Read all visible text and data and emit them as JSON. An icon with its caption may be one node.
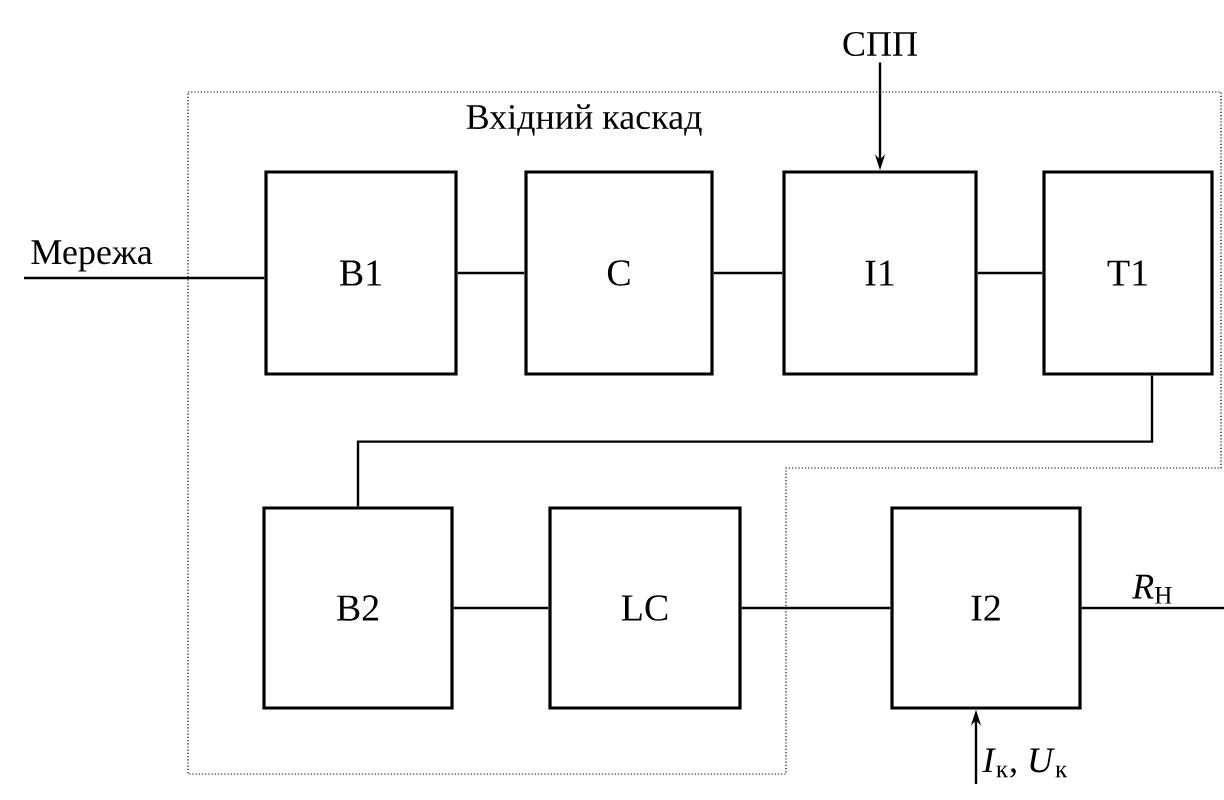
{
  "diagram": {
    "nodes": [
      {
        "text": [
          "СПП"
        ]
      },
      {
        "text": [
          "Вхідний каскад"
        ]
      },
      {
        "text": [
          "Мережа"
        ]
      },
      {
        "text": [
          "B1"
        ],
        "in": 1
      },
      {
        "text": [
          "C"
        ],
        "in": 1
      },
      {
        "text": [
          "I1"
        ],
        "in": 1
      },
      {
        "text": [
          "T1"
        ],
        "in": 1
      },
      {
        "text": [
          "B2"
        ],
        "in": 1
      },
      {
        "text": [
          "LC"
        ],
        "in": 1
      },
      {
        "text": [
          "I2"
        ]
      },
      {
        "text": [
          "*I*$_{к}$, *U*$_{к}$"
        ]
      }
    ],
    "edges": [
      {
        "from": 2,
        "to": 3,
        "arrow": "none"
      },
      {
        "from": 3,
        "to": 4,
        "arrow": "none"
      },
      {
        "from": 4,
        "to": 5,
        "arrow": "none"
      },
      {
        "from": 5,
        "to": 6,
        "arrow": "none"
      },
      {
        "from": 0,
        "to": 5,
        "arrow": "to"
      },
      {
        "from": 6,
        "to": 7,
        "arrow": "none"
      },
      {
        "from": 7,
        "to": 8,
        "arrow": "none"
      },
      {
        "from": 8,
        "to": 9,
        "arrow": "none"
      },
      {
        "from": 10,
        "to": 9,
        "arrow": "to"
      },
      {
        "from": 9,
        "to": null,
        "arrow": "none",
        "label": "*R*$_{H}$"
      }
    ]
  }
}
